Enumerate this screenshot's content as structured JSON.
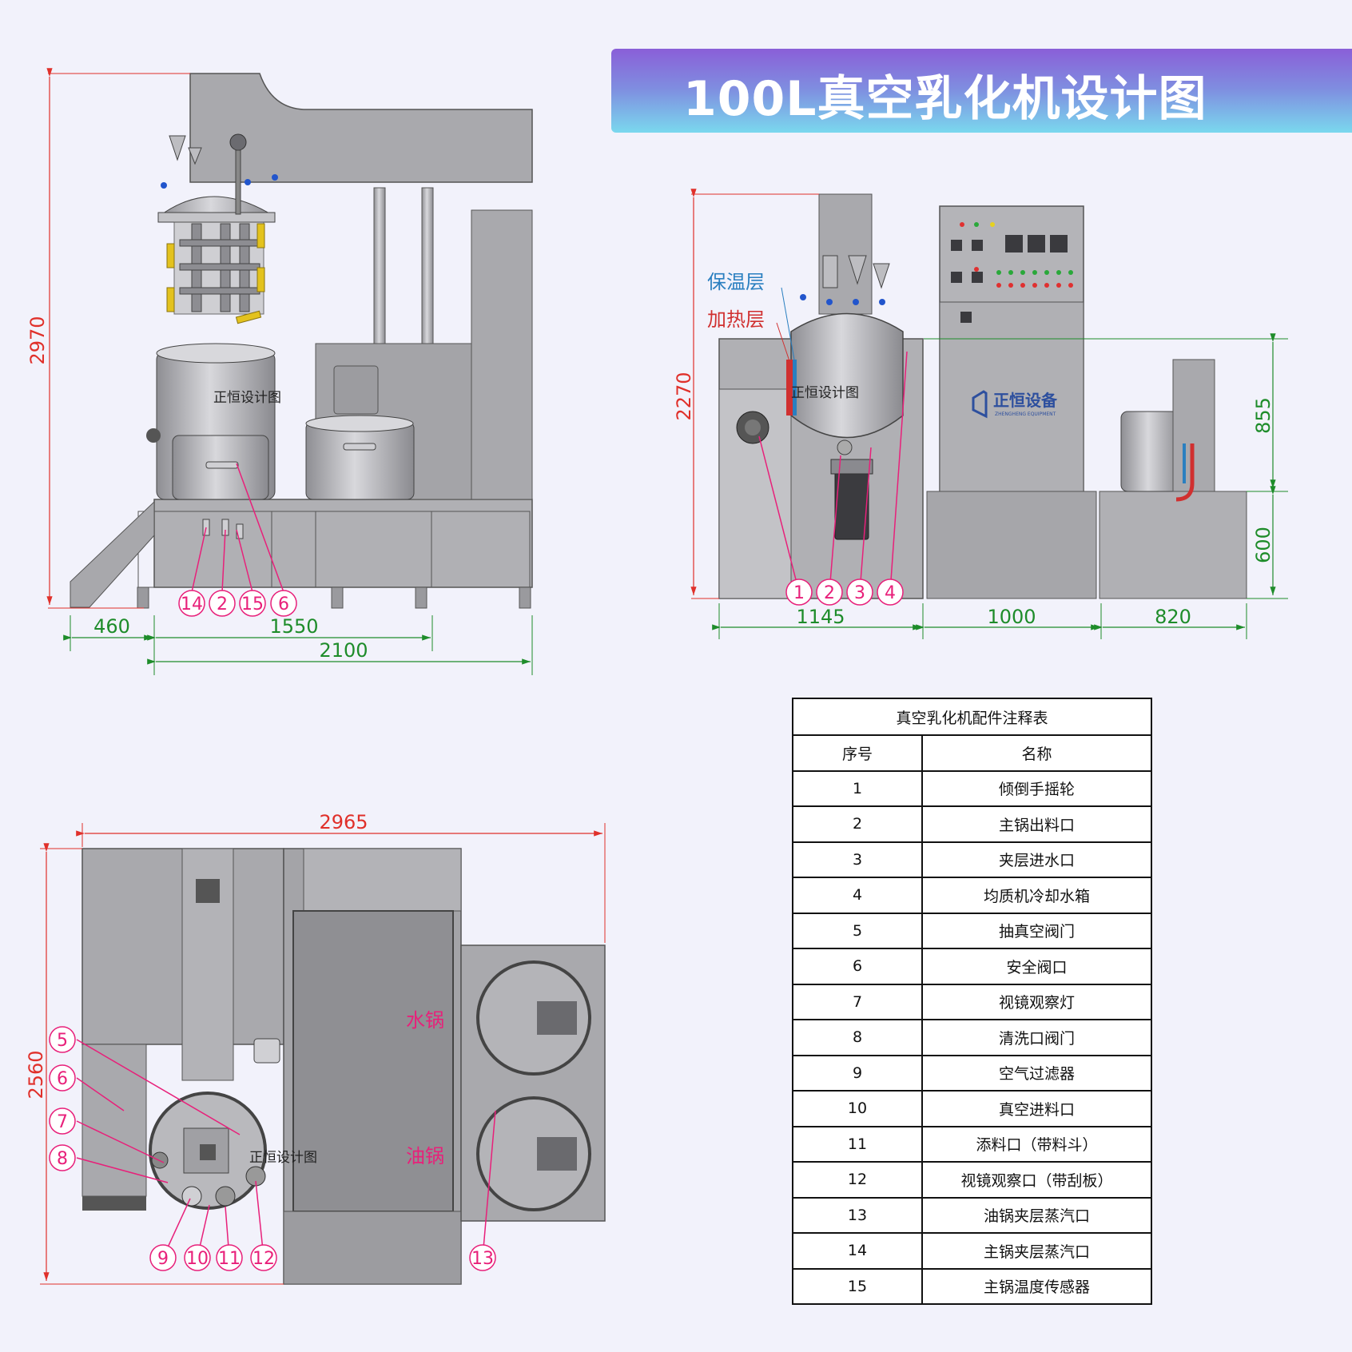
{
  "title": "100L真空乳化机设计图",
  "front_view": {
    "dimensions": {
      "height": "2970",
      "width_left": "460",
      "width_mid": "1550",
      "width_total": "2100"
    },
    "watermark": "正恒设计图",
    "callouts": [
      "14",
      "2",
      "15",
      "6"
    ]
  },
  "side_view": {
    "dimensions": {
      "height": "2270",
      "upper_right": "855",
      "lower_right": "600",
      "width_left": "1145",
      "width_mid": "1000",
      "width_right": "820"
    },
    "labels": {
      "insulation": "保温层",
      "heating": "加热层"
    },
    "watermark": "正恒设计图",
    "brand": {
      "name": "正恒设备",
      "sub": "ZHENGHENG EQUIPMENT"
    },
    "callouts": [
      "1",
      "2",
      "3",
      "4"
    ]
  },
  "top_view": {
    "dimensions": {
      "width": "2965",
      "height": "2560"
    },
    "labels": {
      "water_pot": "水锅",
      "oil_pot": "油锅"
    },
    "watermark": "正恒设计图",
    "callouts_left": [
      "5",
      "6",
      "7",
      "8"
    ],
    "callouts_bottom": [
      "9",
      "10",
      "11",
      "12",
      "13"
    ]
  },
  "parts_table": {
    "caption": "真空乳化机配件注释表",
    "headers": [
      "序号",
      "名称"
    ],
    "rows": [
      [
        "1",
        "倾倒手摇轮"
      ],
      [
        "2",
        "主锅出料口"
      ],
      [
        "3",
        "夹层进水口"
      ],
      [
        "4",
        "均质机冷却水箱"
      ],
      [
        "5",
        "抽真空阀门"
      ],
      [
        "6",
        "安全阀口"
      ],
      [
        "7",
        "视镜观察灯"
      ],
      [
        "8",
        "清洗口阀门"
      ],
      [
        "9",
        "空气过滤器"
      ],
      [
        "10",
        "真空进料口"
      ],
      [
        "11",
        "添料口（带料斗）"
      ],
      [
        "12",
        "视镜观察口（带刮板）"
      ],
      [
        "13",
        "油锅夹层蒸汽口"
      ],
      [
        "14",
        "主锅夹层蒸汽口"
      ],
      [
        "15",
        "主锅温度传感器"
      ]
    ]
  },
  "colors": {
    "dimension_red": "#e0302a",
    "dimension_green": "#1e8c2a",
    "callout_pink": "#e8207a",
    "insulation_blue": "#2a7fc0",
    "steel_gray": "#a9a9ad"
  }
}
